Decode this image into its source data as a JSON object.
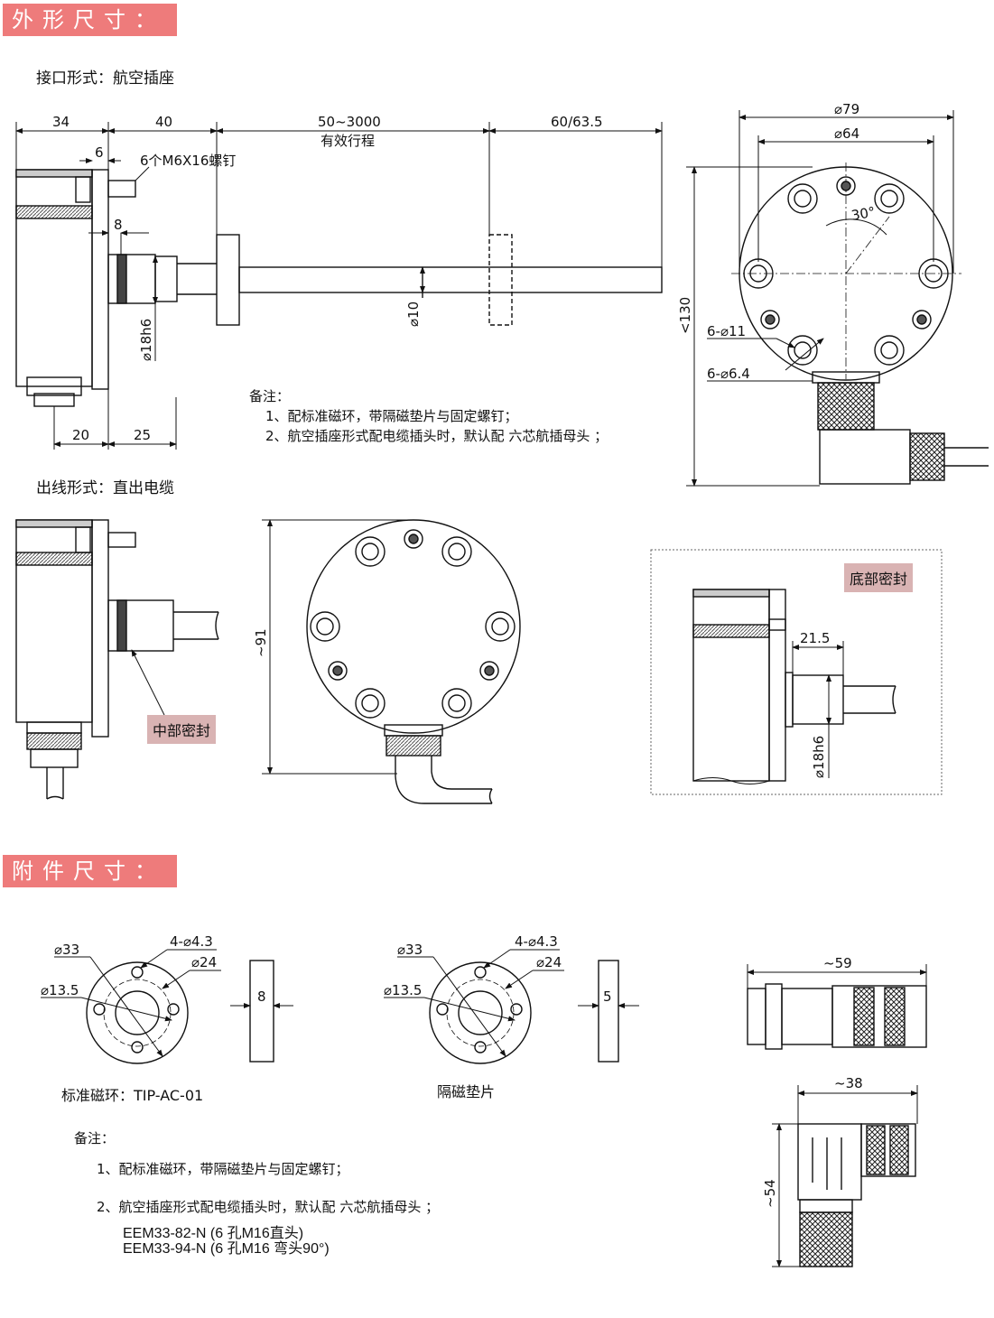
{
  "sections": {
    "outline_title": "外形尺寸：",
    "accessory_title": "附件尺寸："
  },
  "labels": {
    "interface_form": "接口形式：航空插座",
    "outlet_form": "出线形式：直出电缆",
    "middle_seal": "中部密封",
    "bottom_seal": "底部密封",
    "std_ring": "标准磁环：TIP-AC-01",
    "spacer": "隔磁垫片"
  },
  "dims": {
    "d34": "34",
    "d40": "40",
    "d_range": "50~3000",
    "d_stroke": "有效行程",
    "d60": "60/63.5",
    "d6": "6",
    "screws": "6个M6X16螺钉",
    "d8": "8",
    "d18h6": "⌀18h6",
    "d10": "⌀10",
    "d20": "20",
    "d25": "25",
    "d79": "⌀79",
    "d64": "⌀64",
    "d30": "30°",
    "d130": "<130",
    "d6_11": "6-⌀11",
    "d6_64": "6-⌀6.4",
    "d91": "~91",
    "d21_5": "21.5",
    "d18h6b": "⌀18h6",
    "a_d33": "⌀33",
    "a_d4_3": "4-⌀4.3",
    "a_d24": "⌀24",
    "a_d13_5": "⌀13.5",
    "a_t8": "8",
    "b_d33": "⌀33",
    "b_d4_3": "4-⌀4.3",
    "b_d24": "⌀24",
    "b_d13_5": "⌀13.5",
    "b_t5": "5",
    "c59": "~59",
    "c38": "~38",
    "c54": "~54"
  },
  "notes_top": {
    "head": "备注：",
    "n1": "1、配标准磁环，带隔磁垫片与固定螺钉；",
    "n2": "2、航空插座形式配电缆插头时，默认配 六芯航插母头 ；"
  },
  "notes_bottom": {
    "head": "备注：",
    "n1": "1、配标准磁环，带隔磁垫片与固定螺钉；",
    "n2": "2、航空插座形式配电缆插头时，默认配 六芯航插母头 ；",
    "m1": "EEM33-82-N  (6 孔M16直头)",
    "m2": "EEM33-94-N  (6 孔M16 弯头90°)"
  },
  "colors": {
    "banner": "#ee7b7b",
    "tag": "#d9b3b3"
  }
}
